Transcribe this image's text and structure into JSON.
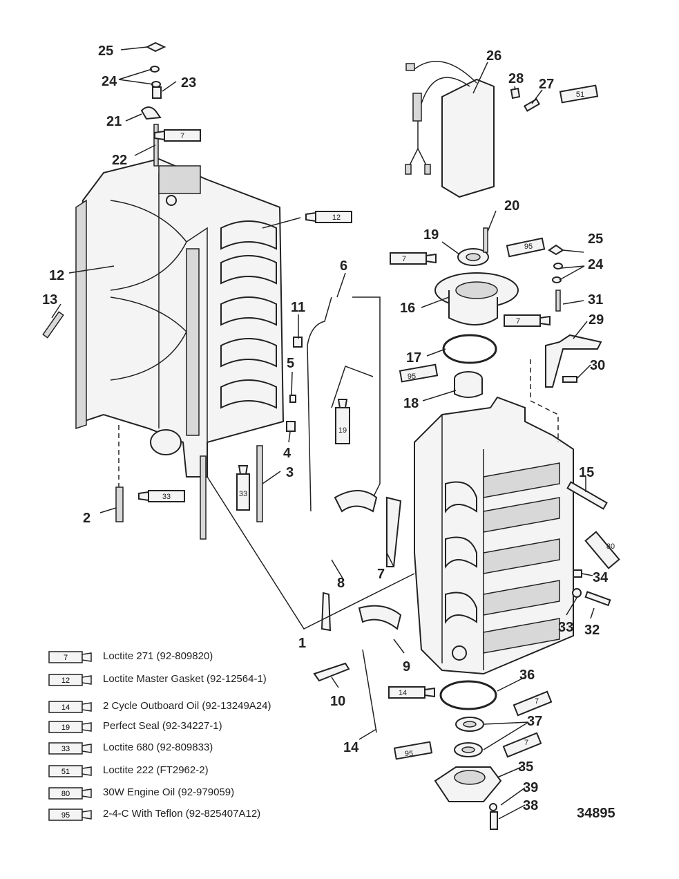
{
  "figure_number": "34895",
  "callouts": [
    {
      "id": "c1",
      "text": "1"
    },
    {
      "id": "c2",
      "text": "2"
    },
    {
      "id": "c3",
      "text": "3"
    },
    {
      "id": "c4",
      "text": "4"
    },
    {
      "id": "c5",
      "text": "5"
    },
    {
      "id": "c6",
      "text": "6"
    },
    {
      "id": "c7a",
      "text": "7"
    },
    {
      "id": "c8",
      "text": "8"
    },
    {
      "id": "c9",
      "text": "9"
    },
    {
      "id": "c10",
      "text": "10"
    },
    {
      "id": "c11",
      "text": "11"
    },
    {
      "id": "c12",
      "text": "12"
    },
    {
      "id": "c13",
      "text": "13"
    },
    {
      "id": "c14",
      "text": "14"
    },
    {
      "id": "c15",
      "text": "15"
    },
    {
      "id": "c16",
      "text": "16"
    },
    {
      "id": "c17",
      "text": "17"
    },
    {
      "id": "c18",
      "text": "18"
    },
    {
      "id": "c19",
      "text": "19"
    },
    {
      "id": "c20",
      "text": "20"
    },
    {
      "id": "c21",
      "text": "21"
    },
    {
      "id": "c22",
      "text": "22"
    },
    {
      "id": "c23",
      "text": "23"
    },
    {
      "id": "c24a",
      "text": "24"
    },
    {
      "id": "c25a",
      "text": "25"
    },
    {
      "id": "c24b",
      "text": "24"
    },
    {
      "id": "c25b",
      "text": "25"
    },
    {
      "id": "c26",
      "text": "26"
    },
    {
      "id": "c27",
      "text": "27"
    },
    {
      "id": "c28",
      "text": "28"
    },
    {
      "id": "c29",
      "text": "29"
    },
    {
      "id": "c30",
      "text": "30"
    },
    {
      "id": "c31",
      "text": "31"
    },
    {
      "id": "c32",
      "text": "32"
    },
    {
      "id": "c33",
      "text": "33"
    },
    {
      "id": "c34",
      "text": "34"
    },
    {
      "id": "c35",
      "text": "35"
    },
    {
      "id": "c36",
      "text": "36"
    },
    {
      "id": "c37",
      "text": "37"
    },
    {
      "id": "c38",
      "text": "38"
    },
    {
      "id": "c39",
      "text": "39"
    }
  ],
  "tubes": [
    {
      "id": "t7a",
      "label": "7"
    },
    {
      "id": "t12",
      "label": "12"
    },
    {
      "id": "t33a",
      "label": "33"
    },
    {
      "id": "t33b",
      "label": "33"
    },
    {
      "id": "t19",
      "label": "19"
    },
    {
      "id": "t51",
      "label": "51"
    },
    {
      "id": "t95a",
      "label": "95"
    },
    {
      "id": "t7b",
      "label": "7"
    },
    {
      "id": "t7c",
      "label": "7"
    },
    {
      "id": "t95b",
      "label": "95"
    },
    {
      "id": "t80",
      "label": "80"
    },
    {
      "id": "t14",
      "label": "14"
    },
    {
      "id": "t7d",
      "label": "7"
    },
    {
      "id": "t95c",
      "label": "95"
    },
    {
      "id": "t7e",
      "label": "7"
    }
  ],
  "legend": [
    {
      "code": "7",
      "text": "Loctite 271 (92-809820)"
    },
    {
      "code": "12",
      "text": "Loctite Master Gasket (92-12564-1)"
    },
    {
      "code": "14",
      "text": "2 Cycle Outboard Oil (92-13249A24)"
    },
    {
      "code": "19",
      "text": "Perfect Seal (92-34227-1)"
    },
    {
      "code": "33",
      "text": "Loctite 680 (92-809833)"
    },
    {
      "code": "51",
      "text": "Loctite 222 (FT2962-2)"
    },
    {
      "code": "80",
      "text": "30W Engine Oil (92-979059)"
    },
    {
      "code": "95",
      "text": "2-4-C With Teflon (92-825407A12)"
    }
  ]
}
